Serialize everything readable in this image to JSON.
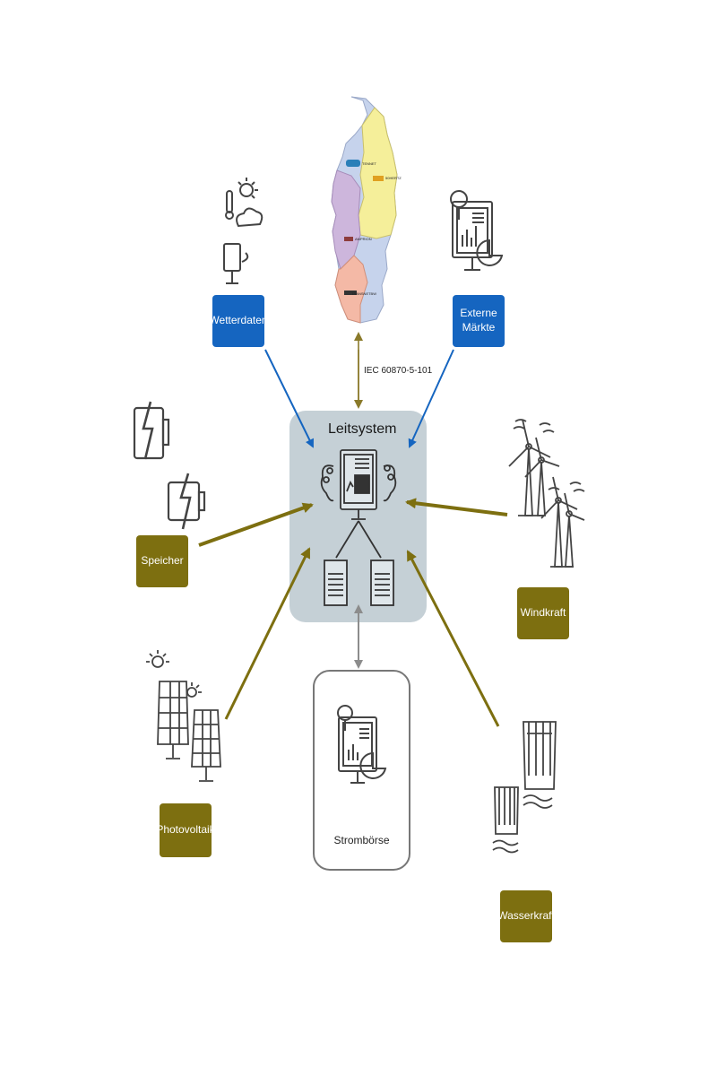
{
  "center": {
    "title": "Leitsystem"
  },
  "protocol": "IEC 60870-5-101",
  "nodes": {
    "wetterdaten": "Wetterdaten",
    "externe_maerkte_line1": "Externe",
    "externe_maerkte_line2": "Märkte",
    "speicher": "Speicher",
    "windkraft": "Windkraft",
    "photovoltaik": "Photovoltaik",
    "wasserkraft": "Wasserkraft",
    "stromboerse": "Strombörse"
  },
  "map": {
    "operators": [
      "TENNET",
      "50HERTZ",
      "AMPRION",
      "TRANSNETBW"
    ]
  },
  "colors": {
    "blue_node": "#1565c0",
    "olive_node": "#7d6f10",
    "center_box": "#c5d0d6",
    "blue_arrow": "#1565c0",
    "olive_arrow": "#7d6f10",
    "grey_arrow": "#8c8c8c",
    "icon": "#444444"
  }
}
